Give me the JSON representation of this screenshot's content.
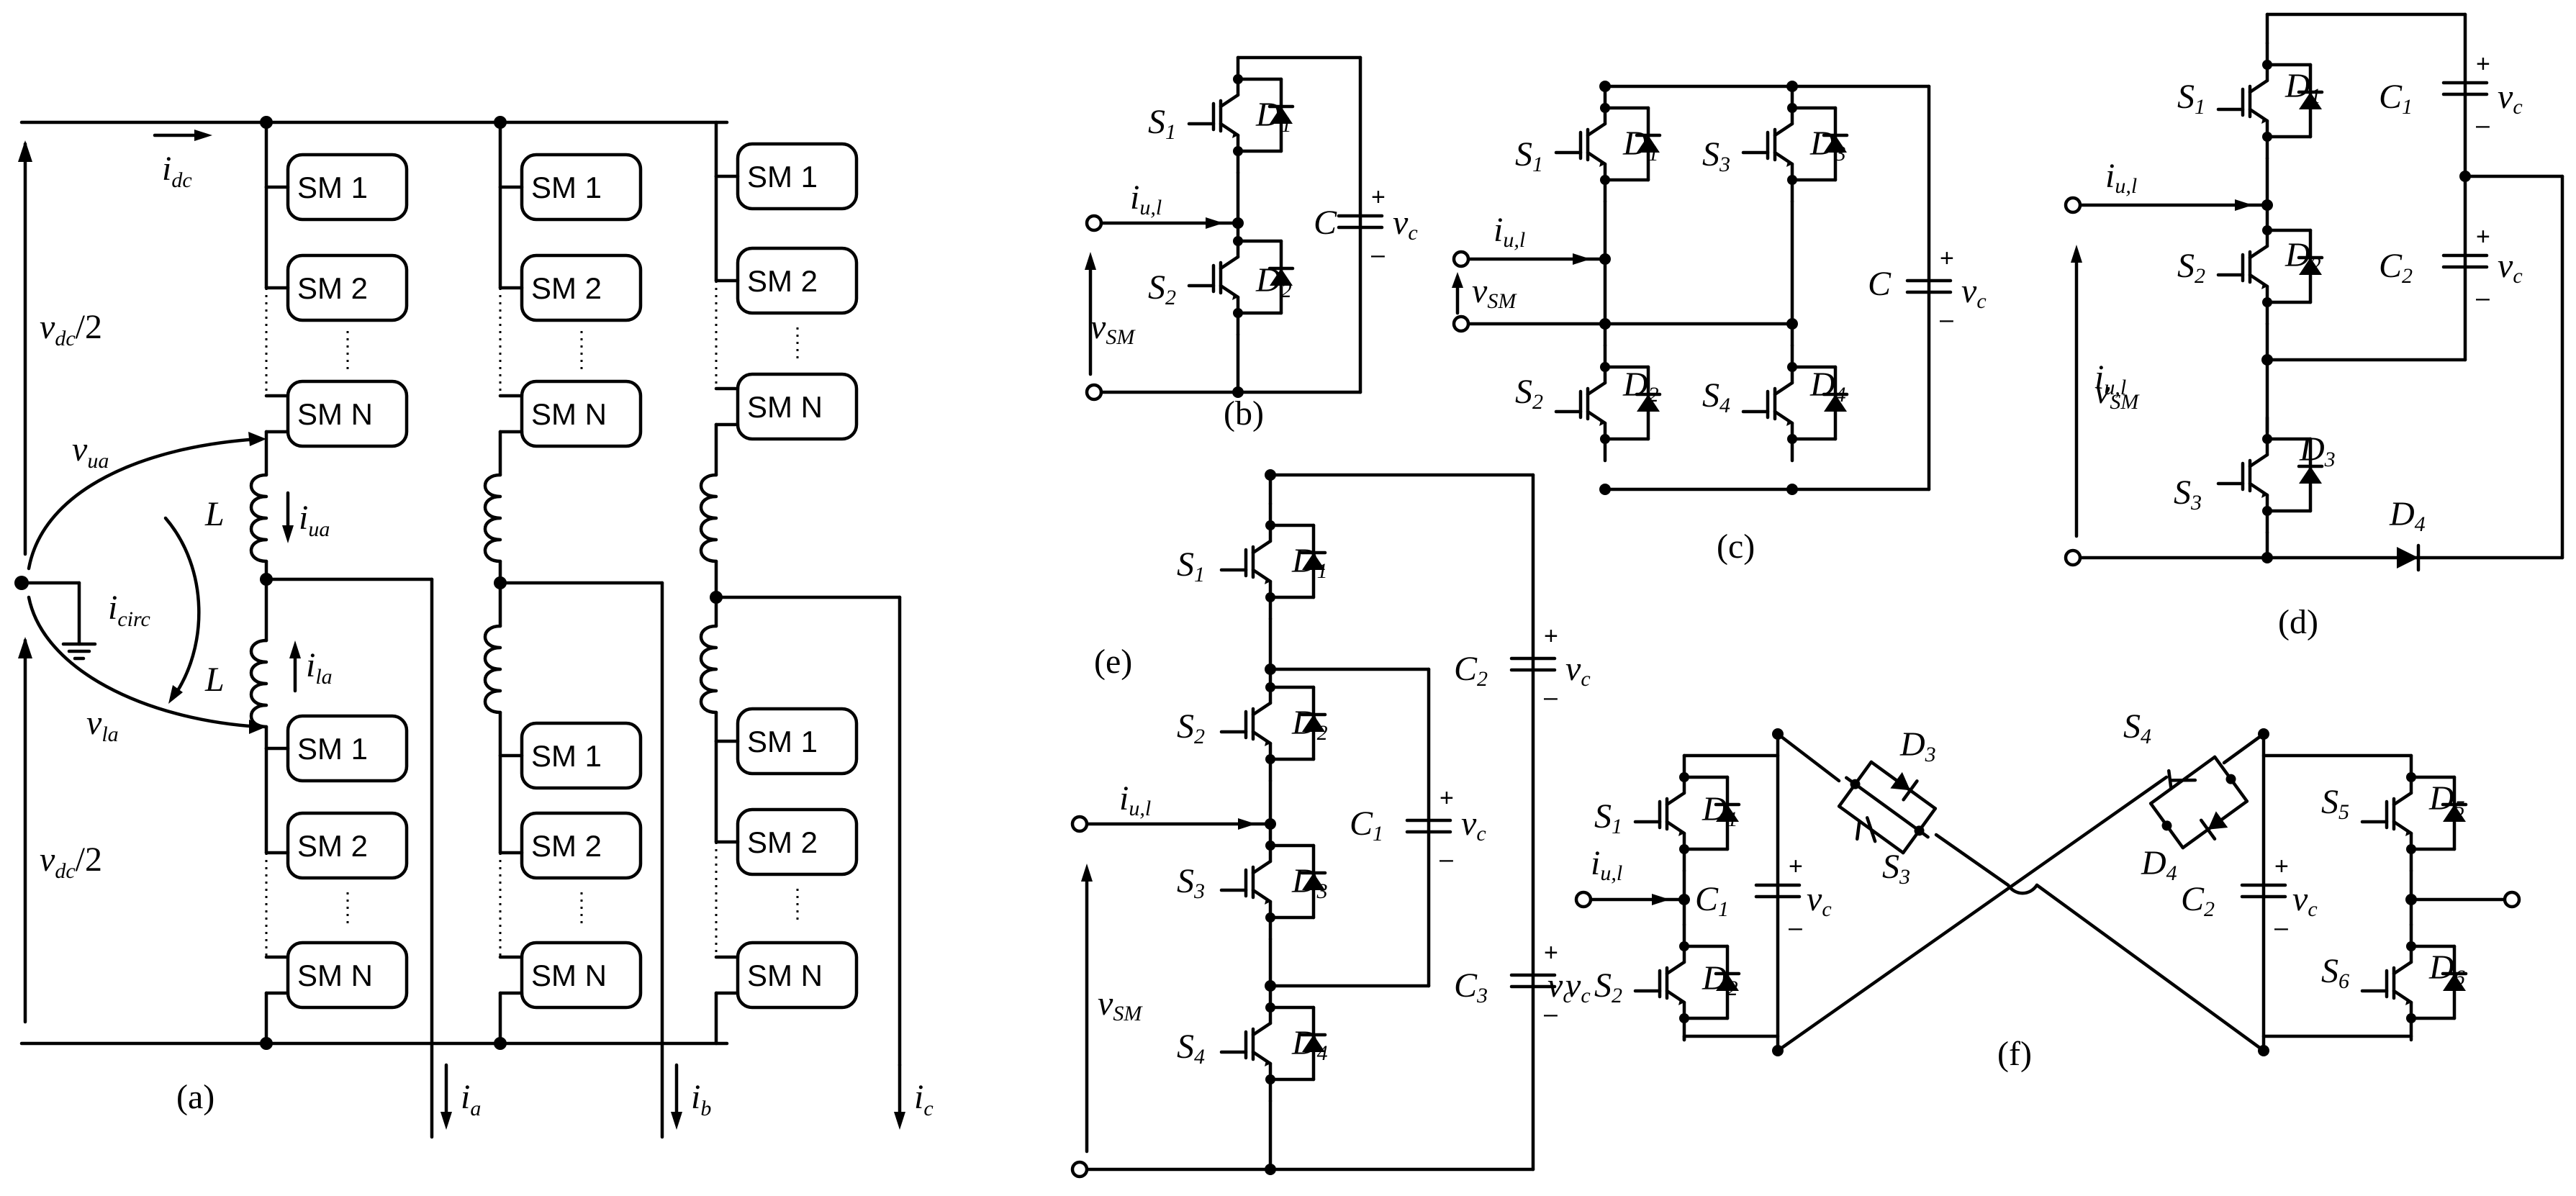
{
  "panels": {
    "a": {
      "caption": "(a)",
      "sm_labels": [
        "SM 1",
        "SM 2",
        "SM N"
      ],
      "labels": {
        "idc": "i",
        "idc_sub": "dc",
        "vdc2": "v",
        "vdc2_sub": "dc",
        "vdc2_tail": "/2",
        "vua": "v",
        "vua_sub": "ua",
        "vla": "v",
        "vla_sub": "la",
        "iua": "i",
        "iua_sub": "ua",
        "ila": "i",
        "ila_sub": "la",
        "icirc": "i",
        "icirc_sub": "circ",
        "L": "L",
        "ia": "i",
        "ia_sub": "a",
        "ib": "i",
        "ib_sub": "b",
        "ic": "i",
        "ic_sub": "c"
      }
    },
    "b": {
      "caption": "(b)"
    },
    "c": {
      "caption": "(c)"
    },
    "d": {
      "caption": "(d)"
    },
    "e": {
      "caption": "(e)"
    },
    "f": {
      "caption": "(f)"
    }
  },
  "symbols": {
    "S": "S",
    "D": "D",
    "C": "C",
    "v": "v",
    "i": "i",
    "sub_c": "c",
    "sub_ul": "u,l",
    "sub_SM": "SM",
    "plus": "+",
    "minus": "–",
    "n1": "1",
    "n2": "2",
    "n3": "3",
    "n4": "4",
    "n5": "5",
    "n6": "6"
  }
}
